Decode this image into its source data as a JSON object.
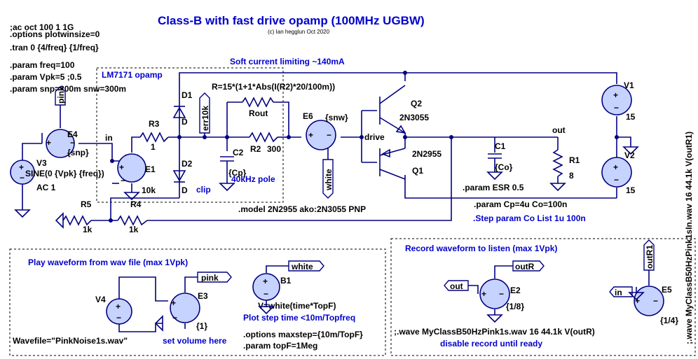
{
  "title": "Class-B with fast drive opamp (100MHz UGBW)",
  "credit": "(c) Ian hegglun Oct 2020",
  "directives": [
    ";ac oct 100 1 1G",
    ".options plotwinsize=0",
    ".tran 0 {4/freq} {1/freq}",
    ".param freq=100",
    ".param Vpk=5 ;0.5",
    ".param snp=200m snw=300m"
  ],
  "notes": {
    "soft_limit": "Soft current limiting ~140mA",
    "opamp": "LM7171 opamp",
    "r_expr": "R=15*(1+1*Abs(I(R2)*20/100m))",
    "pole": "40kHz pole",
    "clip": "clip",
    "model": ".model 2N2955 ako:2N3055 PNP",
    "esr": ".param ESR 0.5",
    "cp_co": ".param Cp=4u  Co=100n",
    "step": ".Step param Co List 1u 100n",
    "play_title": "Play waveform from wav file (max 1Vpk)",
    "wavefile": "Wavefile=\"PinkNoise1s.wav\"",
    "set_volume": "set volume here",
    "b1_expr": "V=white(time*TopF)",
    "plot_step": "Plot step time <10m/Topfreq",
    "maxstep": ".options maxstep={10m/TopF}",
    "topf": ".param topF=1Meg",
    "record_title": "Record waveform to listen (max 1Vpk)",
    "wave_cmd": ";.wave MyClassB50HzPink1s.wav 16 44.1k V(outR)",
    "disable": "disable record until ready",
    "wave_vertical": ";.wave MyClassB50HzPink1sIn.wav 16 44.1k V(outR1)"
  },
  "components": {
    "V3": {
      "name": "V3",
      "value": "SINE(0 {Vpk} {freq})",
      "ac": "AC 1"
    },
    "E4": {
      "name": "E4",
      "value": "{snp}"
    },
    "E1": {
      "name": "E1",
      "value": "10k"
    },
    "R3": {
      "name": "R3",
      "value": "1"
    },
    "D1": {
      "name": "D1",
      "model": "D"
    },
    "D2": {
      "name": "D2",
      "model": "D"
    },
    "C2": {
      "name": "C2",
      "value": "{Cp}"
    },
    "R2": {
      "name": "R2",
      "value": "300"
    },
    "Rout": {
      "name": "Rout"
    },
    "E6": {
      "name": "E6",
      "value": "{snw}"
    },
    "Q2": {
      "name": "Q2",
      "model": "2N3055"
    },
    "Q1": {
      "name": "Q1",
      "model": "2N2955"
    },
    "C1": {
      "name": "C1",
      "value": "{Co}"
    },
    "R1": {
      "name": "R1",
      "value": "8"
    },
    "V1": {
      "name": "V1",
      "value": "15"
    },
    "V2": {
      "name": "V2",
      "value": "15"
    },
    "R5": {
      "name": "R5",
      "value": "1k"
    },
    "R4": {
      "name": "R4",
      "value": "1k"
    },
    "V4": {
      "name": "V4"
    },
    "E3": {
      "name": "E3",
      "value": "{1}"
    },
    "B1": {
      "name": "B1"
    },
    "E2": {
      "name": "E2",
      "value": "{1/8}"
    },
    "E5": {
      "name": "E5",
      "value": "{1/4}"
    }
  },
  "nets": {
    "in": "in",
    "out": "out",
    "drive": "drive",
    "pink": "pink",
    "white": "white",
    "err10k": "err10k",
    "outR": "outR",
    "outR1": "outR1"
  },
  "colors": {
    "wire": "#000080",
    "source_fill": "#c7d3ff",
    "note_blue": "#0000cc"
  }
}
